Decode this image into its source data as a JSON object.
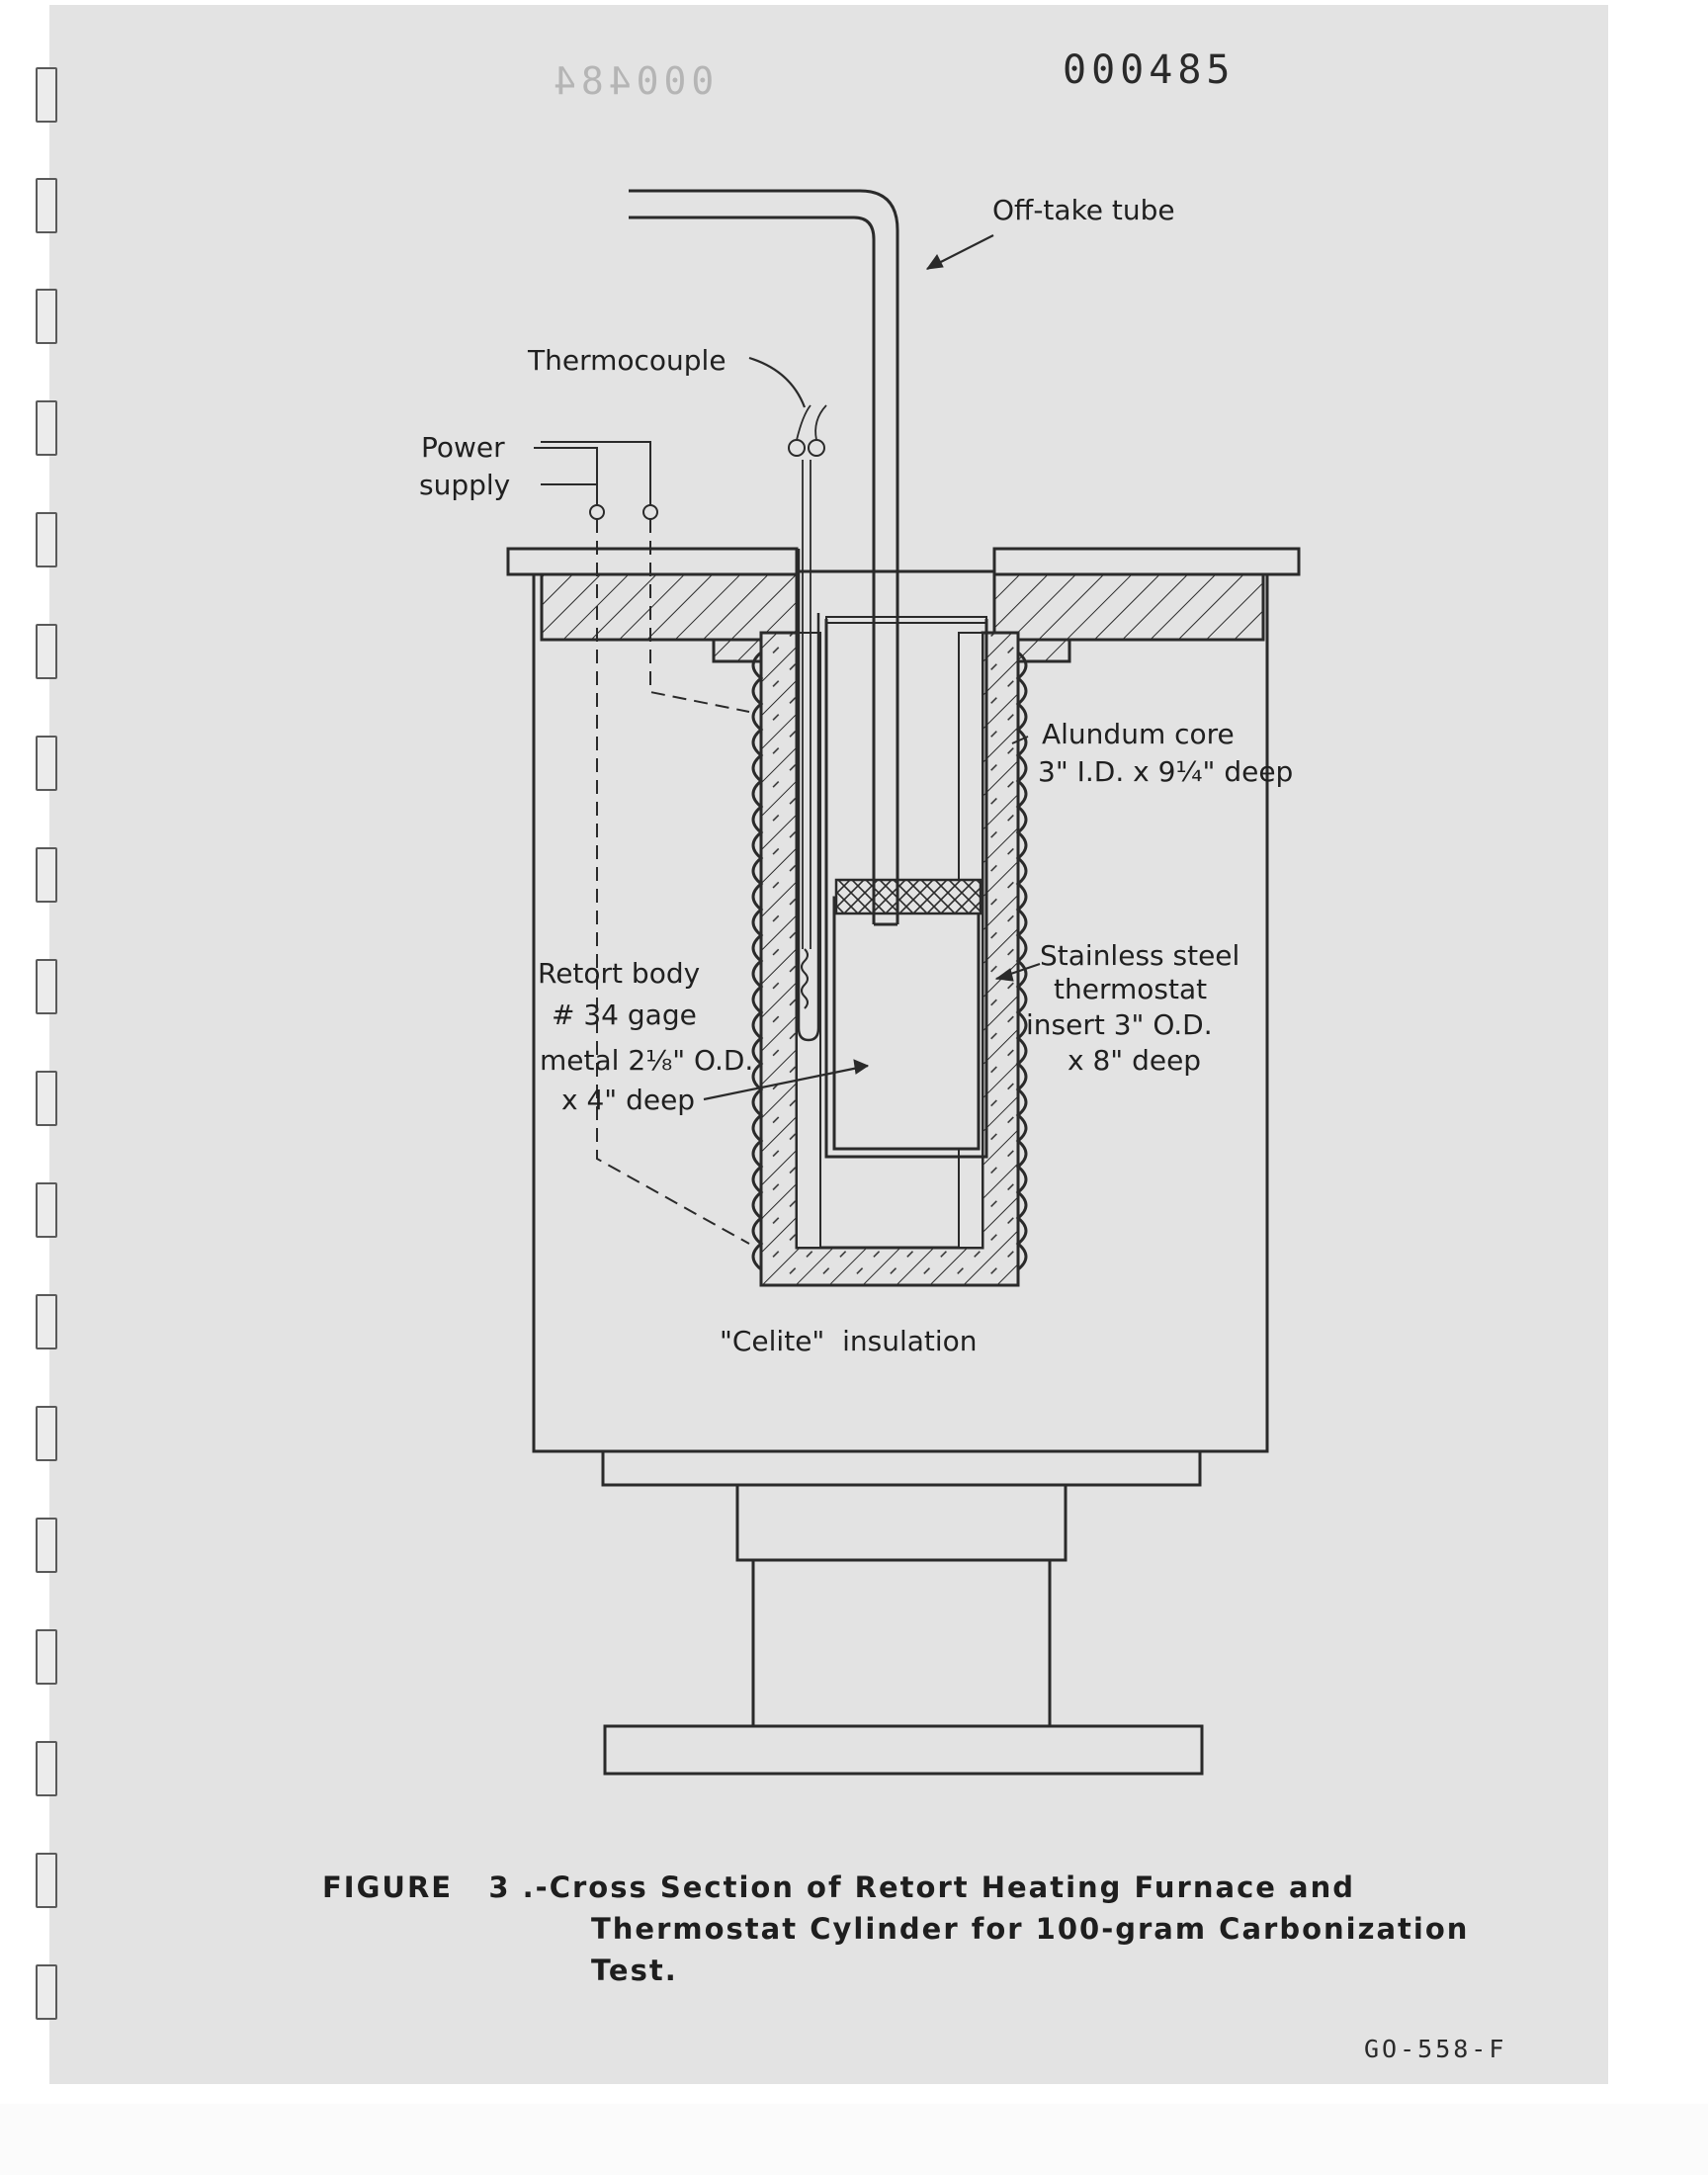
{
  "page_number": "000485",
  "page_number_ghost": "000484",
  "labels": {
    "offtake_tube": "Off-take tube",
    "thermocouple": "Thermocouple",
    "power_supply_1": "Power",
    "power_supply_2": "supply",
    "alundum_1": "Alundum core",
    "alundum_2": "3\" I.D. x 9¼\" deep",
    "stainless_1": "Stainless steel",
    "stainless_2": "thermostat",
    "stainless_3": "insert 3\" O.D.",
    "stainless_4": "x 8\" deep",
    "retort_1": "Retort body",
    "retort_2": "# 34 gage",
    "retort_3": "metal 2⅛\" O.D.",
    "retort_4": "x 4\" deep",
    "celite": "\"Celite\"  insulation"
  },
  "caption": {
    "line1": "FIGURE   3 .-Cross Section of Retort Heating Furnace and",
    "line2": "Thermostat Cylinder for 100-gram Carbonization",
    "line3": "Test."
  },
  "document_id": "GO-558-F",
  "colors": {
    "paper": "#e3e3e3",
    "ink": "#2a2a2a"
  }
}
